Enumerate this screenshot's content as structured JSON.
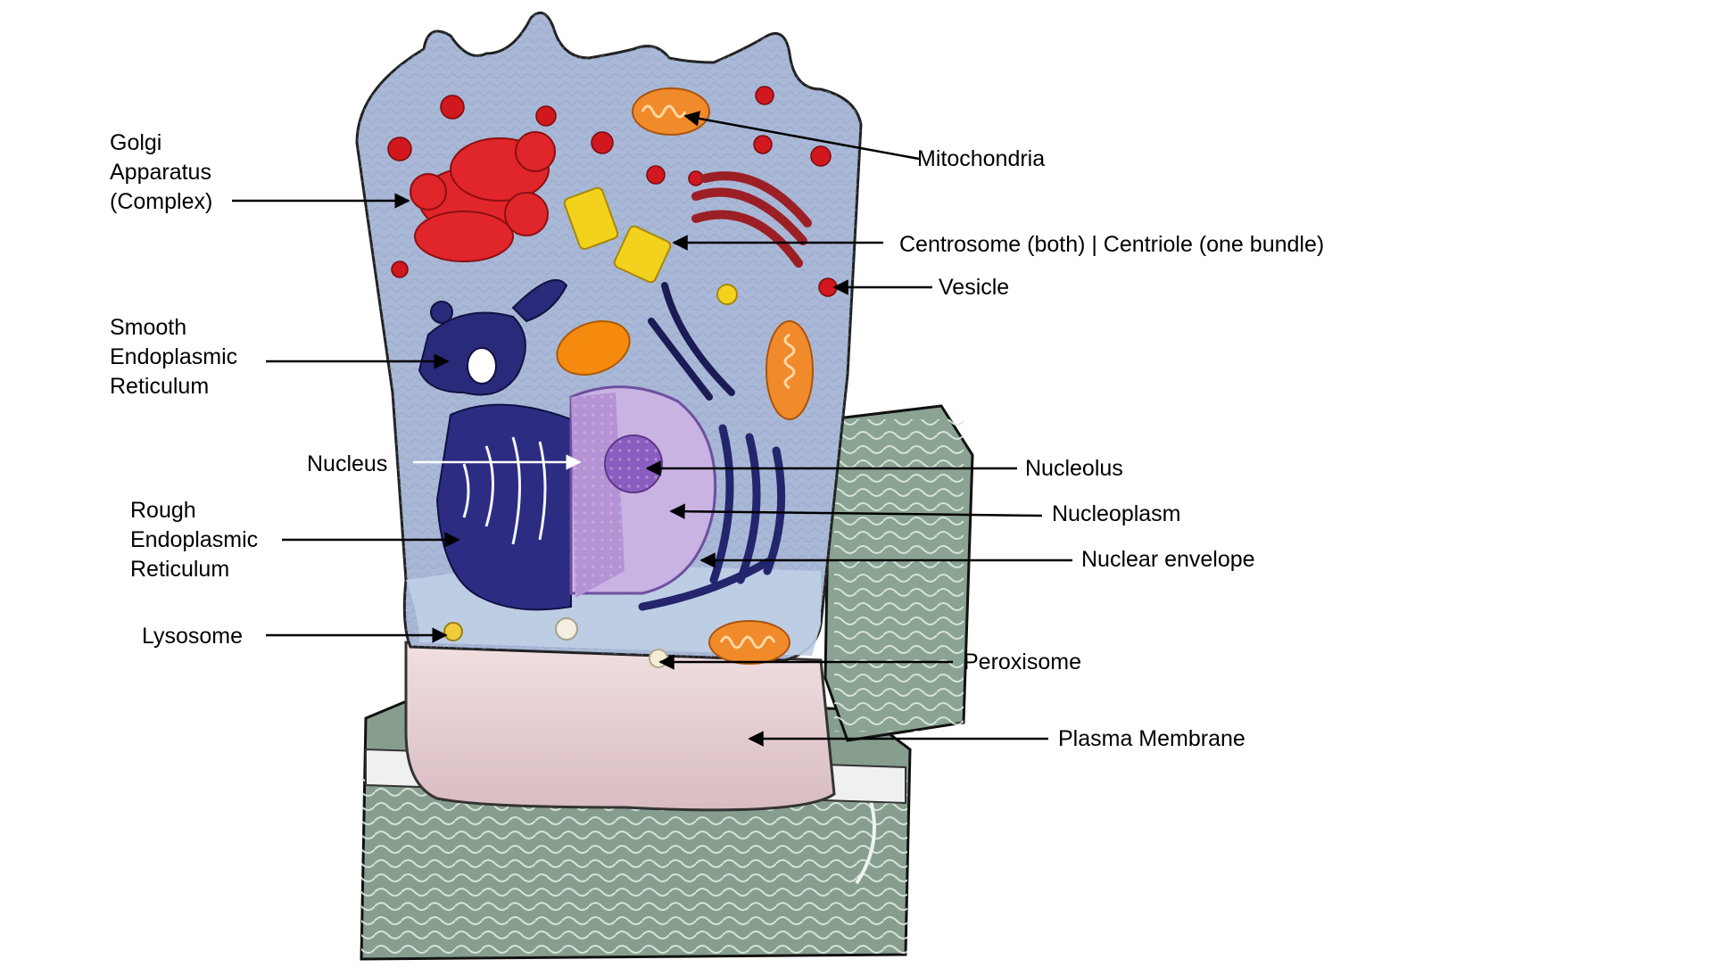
{
  "labels": {
    "golgi": [
      "Golgi",
      "Apparatus",
      "(Complex)"
    ],
    "smooth_er": [
      "Smooth",
      "Endoplasmic",
      "Reticulum"
    ],
    "nucleus": "Nucleus",
    "rough_er": [
      "Rough",
      "Endoplasmic",
      "Reticulum"
    ],
    "lysosome": "Lysosome",
    "mitochondria": "Mitochondria",
    "centrosome": "Centrosome (both) | Centriole (one bundle)",
    "vesicle": "Vesicle",
    "nucleolus": "Nucleolus",
    "nucleoplasm": "Nucleoplasm",
    "nuclear_envelope": "Nuclear envelope",
    "peroxisome": "Peroxisome",
    "plasma_membrane": "Plasma Membrane"
  },
  "colors": {
    "cytoplasm": "#a9b8d6",
    "golgi_red": "#e0262a",
    "er_blue": "#2a2a7a",
    "nucleus_purple": "#b592d4",
    "mito_orange": "#f08a2a",
    "centriole_yellow": "#f2d21c",
    "membrane_pink": "#ecd6d8",
    "tissue_green": "#8fa798",
    "nucleus_arrow": "#ffffff",
    "arrow": "#000000"
  }
}
